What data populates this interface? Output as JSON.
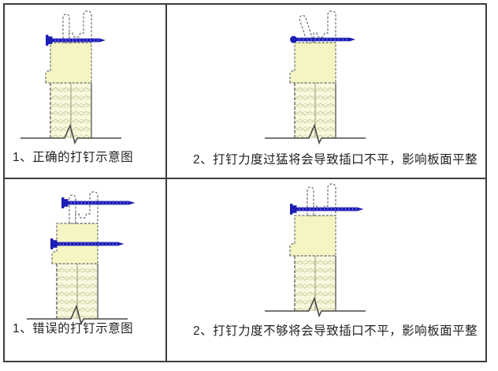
{
  "colors": {
    "screw_blue": "#1d1db5",
    "screw_thread": "#6a6ae0",
    "panel_yellow": "#f5f5c3",
    "core_fill": "#f8f8dc",
    "core_hatch": "#c9c99b",
    "outline_gray": "#6e6e6e",
    "grid_line": "#3d3d3d",
    "text": "#1f1f1f"
  },
  "cells": [
    {
      "id": "top-left",
      "caption": "1、正确的打钉示意图",
      "diagram": "correct-screw-flush"
    },
    {
      "id": "top-right",
      "caption": "2、打钉力度过猛将会导致插口不平，影响板面平整",
      "diagram": "overdriven-screw-bent-lip"
    },
    {
      "id": "bottom-left",
      "caption": "1、错误的打钉示意图",
      "diagram": "wrong-position-two-screws"
    },
    {
      "id": "bottom-right",
      "caption": "2、打钉力度不够将会导致插口不平，影响板面平整",
      "diagram": "underdriven-screw-gap"
    }
  ]
}
